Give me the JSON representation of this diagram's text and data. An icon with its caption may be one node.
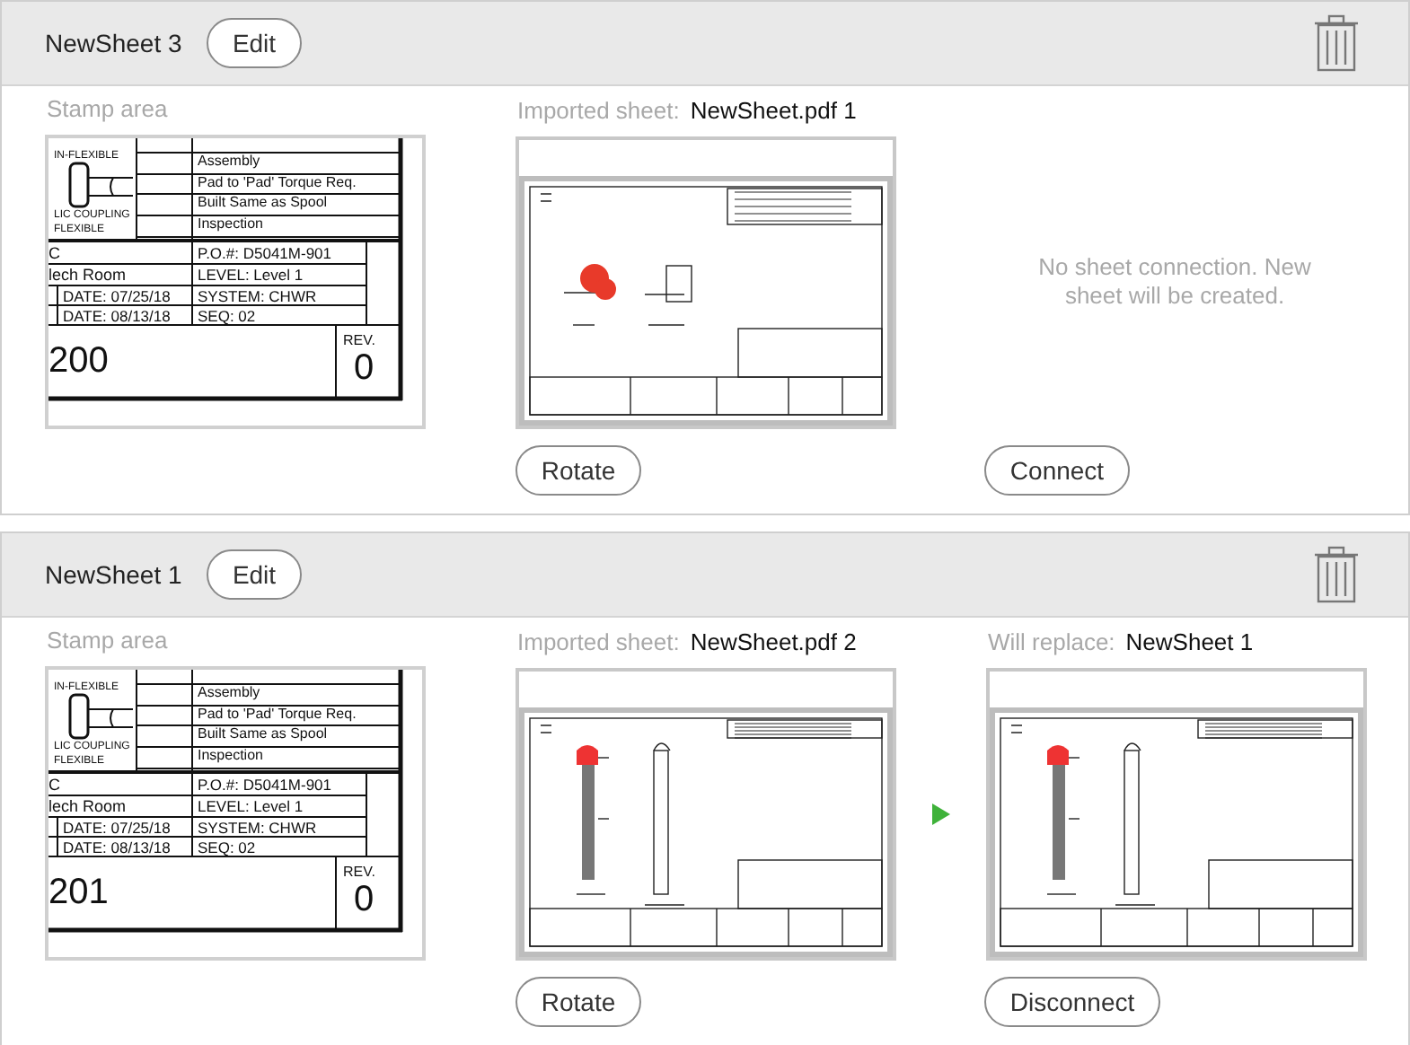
{
  "diagram": {
    "nodes": [
      {
        "text": [
          "NewSheet 3"
        ]
      },
      {
        "text": [],
        "shape": "picture",
        "in": 0,
        "beside": [
          "Stamp area"
        ]
      },
      {
        "text": [],
        "shape": "picture",
        "in": 0,
        "beside": [
          "Imported sheet:",
          "NewSheet.pdf 1"
        ]
      },
      {
        "text": [
          "NewSheet 1"
        ]
      },
      {
        "text": [],
        "shape": "picture",
        "in": 3,
        "beside": [
          "Stamp area"
        ]
      },
      {
        "text": [],
        "shape": "picture",
        "in": 3,
        "beside": [
          "Imported sheet:",
          "NewSheet.pdf 2"
        ]
      },
      {
        "text": [],
        "shape": "picture",
        "in": 3,
        "beside": [
          "Will replace:",
          "NewSheet 1"
        ]
      }
    ],
    "edges": [
      {
        "from": 5,
        "to": 6,
        "arrow": "to",
        "color": "#3fb23a"
      }
    ],
    "labels": [
      "Edit",
      "IN-FLEXIBLE",
      "Assembly",
      "Pad to 'Pad' Torque Req.",
      "LIC COUPLING",
      "Built Same as Spool",
      "FLEXIBLE",
      "Inspection",
      "C",
      "P.O.#: D5041M-901",
      "lech Room",
      "LEVEL: Level 1",
      "DATE: 07/25/18",
      "SYSTEM: CHWR",
      "DATE: 08/13/18",
      "SEQ: 02",
      "200",
      "REV.",
      "0",
      "No sheet connection. New sheet will be created.",
      "Rotate",
      "Connect",
      "Edit",
      "IN-FLEXIBLE",
      "Assembly",
      "Pad to 'Pad' Torque Req.",
      "LIC COUPLING",
      "Built Same as Spool",
      "FLEXIBLE",
      "Inspection",
      "C",
      "P.O.#: D5041M-901",
      "lech Room",
      "LEVEL: Level 1",
      "DATE: 07/25/18",
      "SYSTEM: CHWR",
      "DATE: 08/13/18",
      "SEQ: 02",
      "201",
      "REV.",
      "0",
      "Rotate",
      "Disconnect"
    ]
  }
}
